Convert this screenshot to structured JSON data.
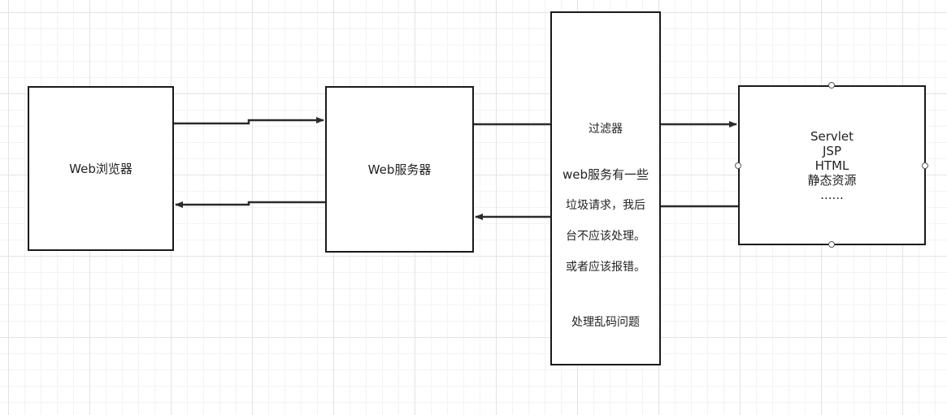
{
  "nodes": {
    "browser": {
      "label": "Web浏览器"
    },
    "server": {
      "label": "Web服务器"
    },
    "filter": {
      "title": "过滤器",
      "desc_lines": [
        "web服务有一些",
        "垃圾请求，我后",
        "台不应该处理。",
        "或者应该报错。"
      ],
      "note": "处理乱码问题"
    },
    "target": {
      "lines": [
        "Servlet",
        "JSP",
        "HTML",
        "静态资源",
        "......"
      ]
    }
  },
  "colors": {
    "line": "#2b2b2b",
    "border": "#1a1a1a",
    "text": "#222222",
    "grid": "#e3e3e3"
  }
}
